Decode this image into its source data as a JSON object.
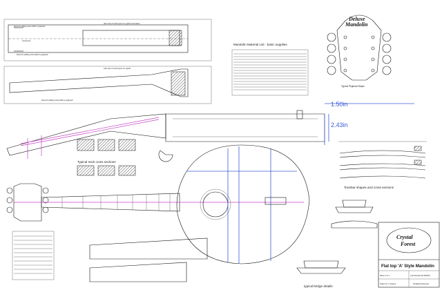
{
  "title_block": {
    "title": "Flat top 'A' Style Mandolin",
    "sheet": "Sheet 1 of 1",
    "revised": "Last Revised 21/10/2016",
    "drawn_by": "Drawn by T. Kuipers",
    "rights": "All Rights Reserved"
  },
  "logo": {
    "line1": "Crystal",
    "line2": "Forest"
  },
  "headstock_logo": {
    "line1": "Deluxe",
    "line2": "Mandolin"
  },
  "materials": {
    "heading": "Mandolin Material List - basic supplies"
  },
  "labels": {
    "block_top": "block for adding extra width to peghead",
    "block_mid": "block for adding extra width to peghead",
    "block_bot": "block for adding extra width to peghead",
    "center_line": "Center line",
    "neck_plan": "plan view of neck layout on typical neck blank",
    "neck_side": "side view of neck layout on typical",
    "peghead_shape": "Typical Peghead Shape",
    "neck_sections": "Typical neck cross sections",
    "bridge_details": "typical bridge details",
    "tonebar_shapes": "Tonebar shapes and cross sections",
    "dim_150": "1.50in",
    "dim_243": "2.43in"
  },
  "colors": {
    "dimension": "#3b5bd6",
    "strings": "#c040c0",
    "line": "#111111"
  }
}
